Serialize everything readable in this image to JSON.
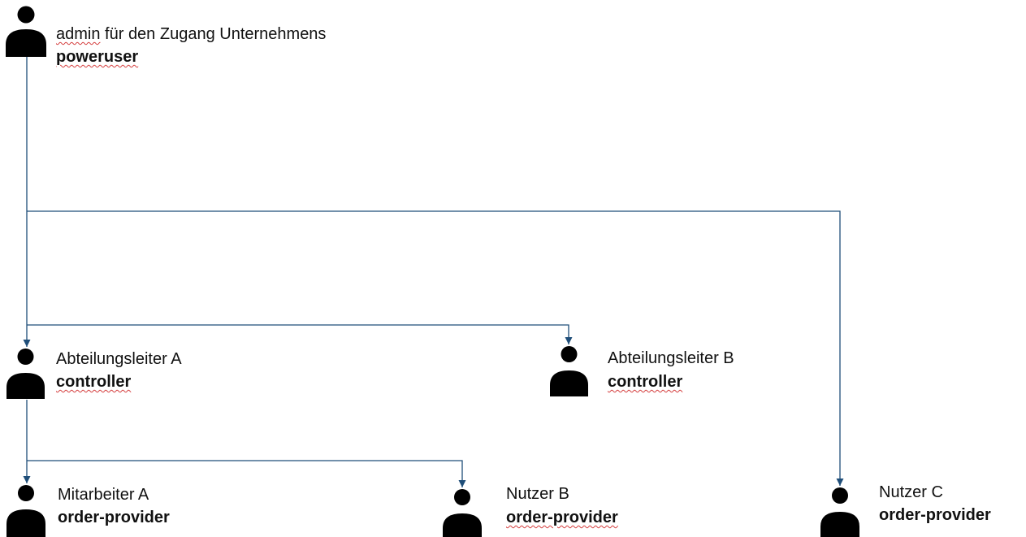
{
  "diagram": {
    "line_color": "#1f4e79",
    "nodes": [
      {
        "id": "admin",
        "name_prefix": "admin",
        "name_suffix": " für den Zugang Unternehmens",
        "role": "poweruser",
        "icon": "person-icon"
      },
      {
        "id": "abteilungsleiter-a",
        "name": "Abteilungsleiter A",
        "role": "controller",
        "icon": "person-icon"
      },
      {
        "id": "abteilungsleiter-b",
        "name": "Abteilungsleiter B",
        "role": "controller",
        "icon": "person-icon"
      },
      {
        "id": "mitarbeiter-a",
        "name": "Mitarbeiter A",
        "role": "order-provider",
        "icon": "person-icon"
      },
      {
        "id": "nutzer-b",
        "name": "Nutzer B",
        "role": "order-provider",
        "icon": "person-icon"
      },
      {
        "id": "nutzer-c",
        "name": "Nutzer C",
        "role": "order-provider",
        "icon": "person-icon"
      }
    ],
    "edges": [
      {
        "from": "admin",
        "to": "abteilungsleiter-a"
      },
      {
        "from": "admin",
        "to": "abteilungsleiter-b"
      },
      {
        "from": "admin",
        "to": "nutzer-c"
      },
      {
        "from": "abteilungsleiter-a",
        "to": "mitarbeiter-a"
      },
      {
        "from": "abteilungsleiter-a",
        "to": "nutzer-b"
      }
    ]
  }
}
